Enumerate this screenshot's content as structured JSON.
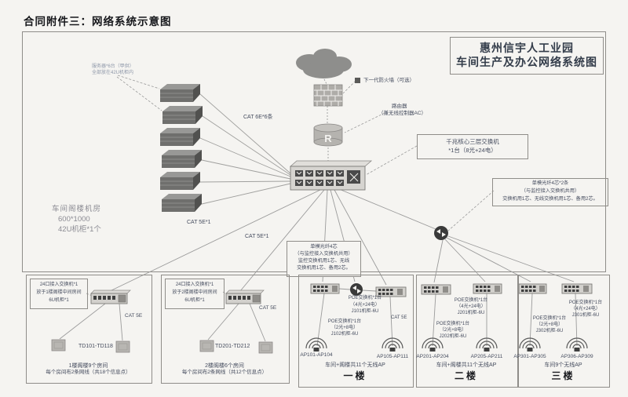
{
  "page": {
    "heading": "合同附件三：网络系统示意图"
  },
  "title_box": {
    "line1": "惠州信宇人工业园",
    "line2": "车间生产及办公网络系统图"
  },
  "colors": {
    "paper": "#f5f4f1",
    "ink": "#454c5e",
    "device_dark": "#3f3f3f",
    "device_light": "#d2d0cc",
    "line": "#9b9b9b"
  },
  "main": {
    "server_note": {
      "line1": "服务器*6台（甲供）",
      "line2": "全部放在42U机柜内"
    },
    "cat6_label": "CAT 6E*6条",
    "firewall_label": "下一代防火墙（可选）",
    "router_label": {
      "line1": "路由器",
      "line2": "（兼无线控制器AC）"
    },
    "core_switch_label": {
      "line1": "千兆核心三层交换机",
      "line2": "*1台（8光+24电）"
    },
    "room_note": {
      "line1": "车间阁楼机房",
      "line2": "600*1000",
      "line3": "42U机柜*1个"
    },
    "cat5_label_left": "CAT 5E*1",
    "cat5_label_mid": "CAT 5E*1",
    "fiber_note_right": {
      "line1": "单模光纤4芯*2条",
      "line2": "（与监控接入交换机共用）",
      "line3": "交换机用1芯、无线交换机用1芯、备用2芯。"
    },
    "fiber_note_center": {
      "line1": "单模光纤4芯",
      "line2": "（与监控接入交换机共用）",
      "line3": "监控交换机用1芯、无线",
      "line4": "交换机用1芯、备用2芯。"
    }
  },
  "attics": [
    {
      "note1": "24口接入交换机*1",
      "note2": "放于1楼阁楼中间房间",
      "note3": "6U机柜*1",
      "cable": "CAT 5E",
      "ports": "TD101-TD118",
      "cap1": "1楼阁楼9个房间",
      "cap2": "每个房间布2条网线（共18个信息点）"
    },
    {
      "note1": "24口接入交换机*1",
      "note2": "放于2楼阁楼中间房间",
      "note3": "6U机柜*1",
      "cable": "CAT 5E",
      "ports": "TD201-TD212",
      "cap1": "2楼阁楼6个房间",
      "cap2": "每个房间布2条网线（共12个信息点）"
    }
  ],
  "floors": [
    {
      "poe_a1": "POE交换机*1台",
      "poe_a2": "（4光+24电）",
      "poe_a3": "J101机柜-6U",
      "poe_b1": "POE交换机*1台",
      "poe_b2": "（2光+8电）",
      "poe_b3": "J102机柜-6U",
      "cable": "CAT 5E",
      "ap_left": "AP101-AP104",
      "ap_right": "AP105-AP111",
      "caption": "车间+阁楼共11个无线AP",
      "title": "一楼"
    },
    {
      "poe_a1": "POE交换机*1台",
      "poe_a2": "（4光+24电）",
      "poe_a3": "J201机柜-6U",
      "poe_b1": "POE交换机*1台",
      "poe_b2": "（2光+8电）",
      "poe_b3": "J202机柜-6U",
      "cable": "",
      "ap_left": "AP201-AP204",
      "ap_right": "AP205-AP211",
      "caption": "车间+阁楼共11个无线AP",
      "title": "二楼"
    },
    {
      "poe_a1": "POE交换机*1台",
      "poe_a2": "（4光+24电）",
      "poe_a3": "J301机柜-6U",
      "poe_b1": "POE交换机*1台",
      "poe_b2": "（2光+8电）",
      "poe_b3": "J302机柜-6U",
      "cable": "",
      "ap_left": "AP301-AP305",
      "ap_right": "AP306-AP309",
      "caption": "车间9个无线AP",
      "title": "三楼"
    }
  ]
}
